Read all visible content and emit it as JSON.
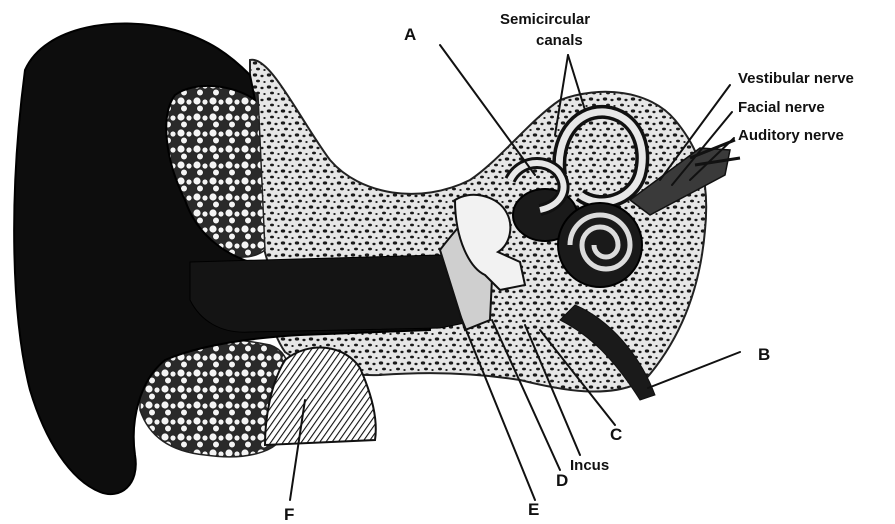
{
  "labels": {
    "semicircular_line1": "Semicircular",
    "semicircular_line2": "canals",
    "vestibular_nerve": "Vestibular nerve",
    "facial_nerve": "Facial  nerve",
    "auditory_nerve": "Auditory nerve",
    "incus": "Incus",
    "A": "A",
    "B": "B",
    "C": "C",
    "D": "D",
    "E": "E",
    "F": "F"
  },
  "colors": {
    "ink": "#111111",
    "bone": "#dcdcdc",
    "background": "#ffffff"
  }
}
